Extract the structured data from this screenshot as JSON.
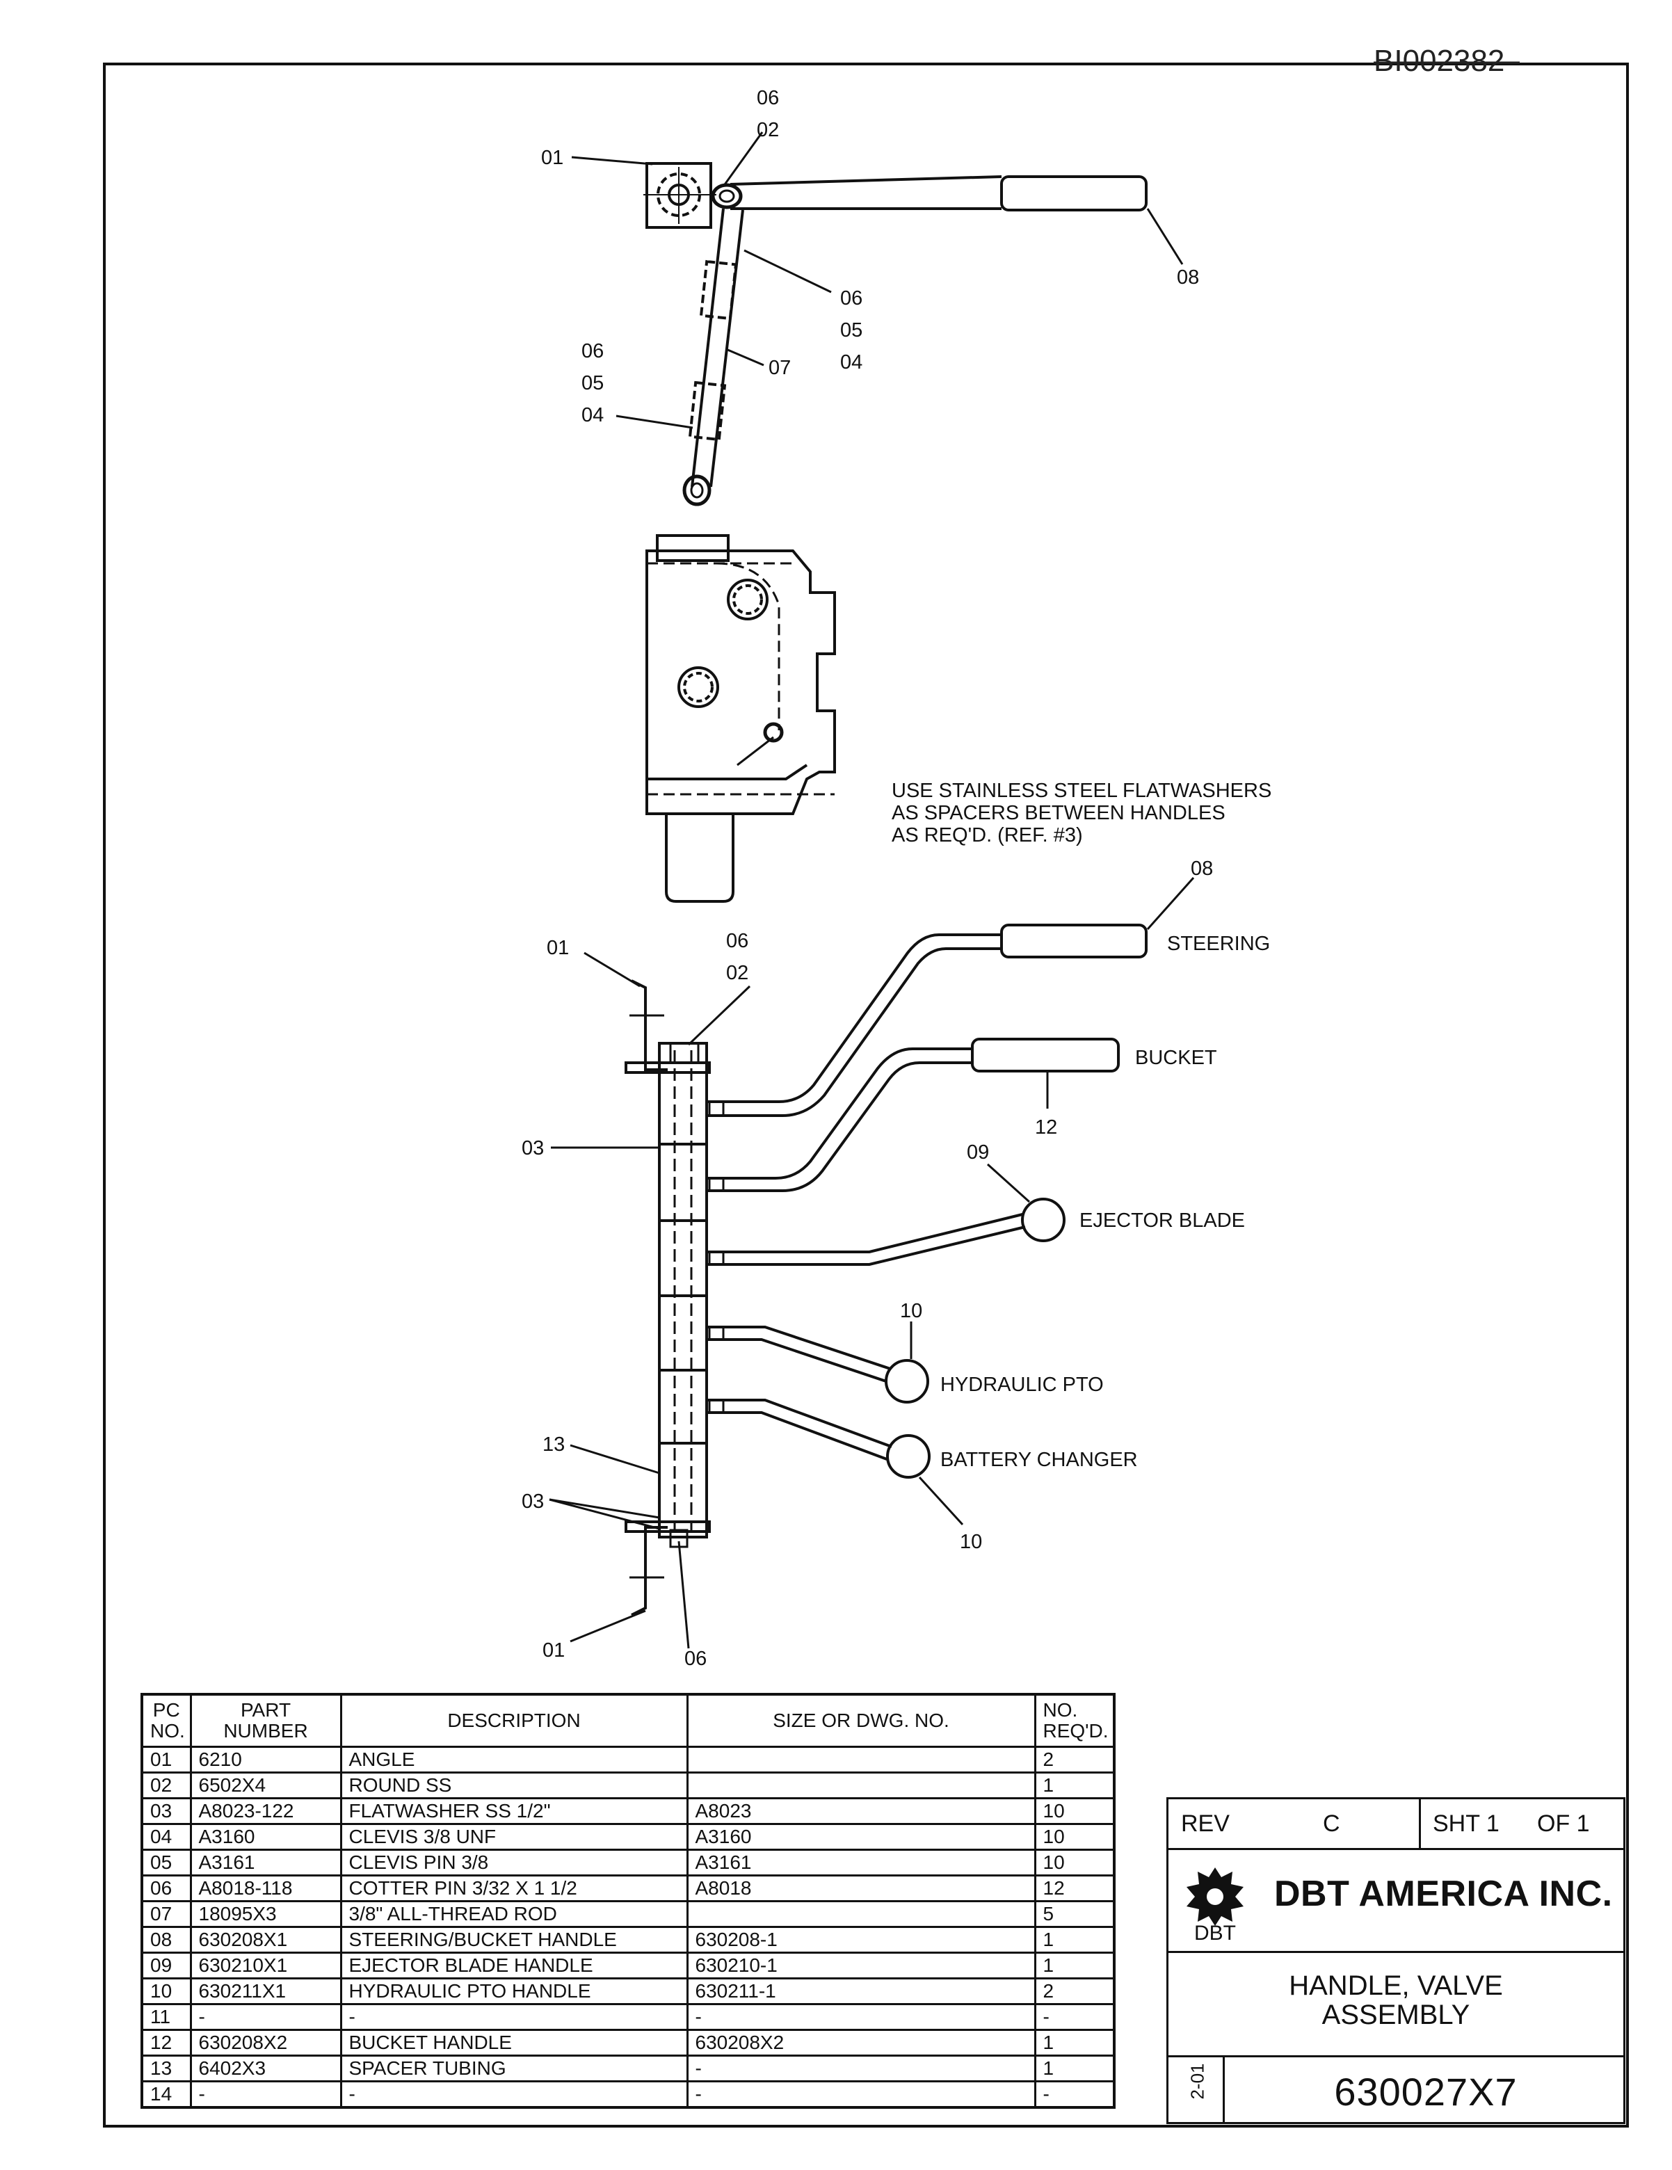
{
  "document": {
    "doc_id": "BI002382"
  },
  "top_view": {
    "callouts": {
      "c01": "01",
      "c06a": "06",
      "c02": "02",
      "c08": "08",
      "c06b": "06",
      "c05b": "05",
      "c04b": "04",
      "c07": "07",
      "c06c": "06",
      "c05c": "05",
      "c04c": "04"
    }
  },
  "note": {
    "line1": "USE STAINLESS STEEL FLATWASHERS",
    "line2": "AS SPACERS BETWEEN HANDLES",
    "line3": "AS REQ'D. (REF. #3)"
  },
  "side_view": {
    "callouts": {
      "c08": "08",
      "c01a": "01",
      "c06a": "06",
      "c02": "02",
      "c03a": "03",
      "c12": "12",
      "c09": "09",
      "c10a": "10",
      "c13": "13",
      "c03b": "03",
      "c10b": "10",
      "c01b": "01",
      "c06b": "06"
    },
    "handles": {
      "steering": "STEERING",
      "bucket": "BUCKET",
      "ejector_blade": "EJECTOR BLADE",
      "hydraulic_pto": "HYDRAULIC PTO",
      "battery_changer": "BATTERY CHANGER"
    }
  },
  "parts_table": {
    "headers": {
      "pc_line1": "PC",
      "pc_line2": "NO.",
      "part_line1": "PART",
      "part_line2": "NUMBER",
      "description": "DESCRIPTION",
      "size": "SIZE OR DWG. NO.",
      "req_line1": "NO.",
      "req_line2": "REQ'D."
    },
    "rows": [
      {
        "pc": "01",
        "part": "6210",
        "desc": "ANGLE",
        "size": "",
        "qty": "2"
      },
      {
        "pc": "02",
        "part": "6502X4",
        "desc": "ROUND SS",
        "size": "",
        "qty": "1"
      },
      {
        "pc": "03",
        "part": "A8023-122",
        "desc": "FLATWASHER SS 1/2\"",
        "size": "A8023",
        "qty": "10"
      },
      {
        "pc": "04",
        "part": "A3160",
        "desc": "CLEVIS 3/8 UNF",
        "size": "A3160",
        "qty": "10"
      },
      {
        "pc": "05",
        "part": "A3161",
        "desc": "CLEVIS PIN 3/8",
        "size": "A3161",
        "qty": "10"
      },
      {
        "pc": "06",
        "part": "A8018-118",
        "desc": "COTTER PIN 3/32 X 1 1/2",
        "size": "A8018",
        "qty": "12"
      },
      {
        "pc": "07",
        "part": "18095X3",
        "desc": "3/8\" ALL-THREAD ROD",
        "size": "",
        "qty": "5"
      },
      {
        "pc": "08",
        "part": "630208X1",
        "desc": "STEERING/BUCKET HANDLE",
        "size": "630208-1",
        "qty": "1"
      },
      {
        "pc": "09",
        "part": "630210X1",
        "desc": "EJECTOR BLADE HANDLE",
        "size": "630210-1",
        "qty": "1"
      },
      {
        "pc": "10",
        "part": "630211X1",
        "desc": "HYDRAULIC PTO HANDLE",
        "size": "630211-1",
        "qty": "2"
      },
      {
        "pc": "11",
        "part": "-",
        "desc": "-",
        "size": "-",
        "qty": "-"
      },
      {
        "pc": "12",
        "part": "630208X2",
        "desc": "BUCKET HANDLE",
        "size": "630208X2",
        "qty": "1"
      },
      {
        "pc": "13",
        "part": "6402X3",
        "desc": "SPACER TUBING",
        "size": "-",
        "qty": "1"
      },
      {
        "pc": "14",
        "part": "-",
        "desc": "-",
        "size": "-",
        "qty": "-"
      }
    ]
  },
  "title_block": {
    "rev_label": "REV",
    "rev_value": "C",
    "sheet_label": "SHT 1",
    "of_label": "OF 1",
    "company": "DBT AMERICA INC.",
    "logo_text": "DBT",
    "title_line1": "HANDLE, VALVE",
    "title_line2": "ASSEMBLY",
    "date": "2-01",
    "drawing_no": "630027X7"
  }
}
